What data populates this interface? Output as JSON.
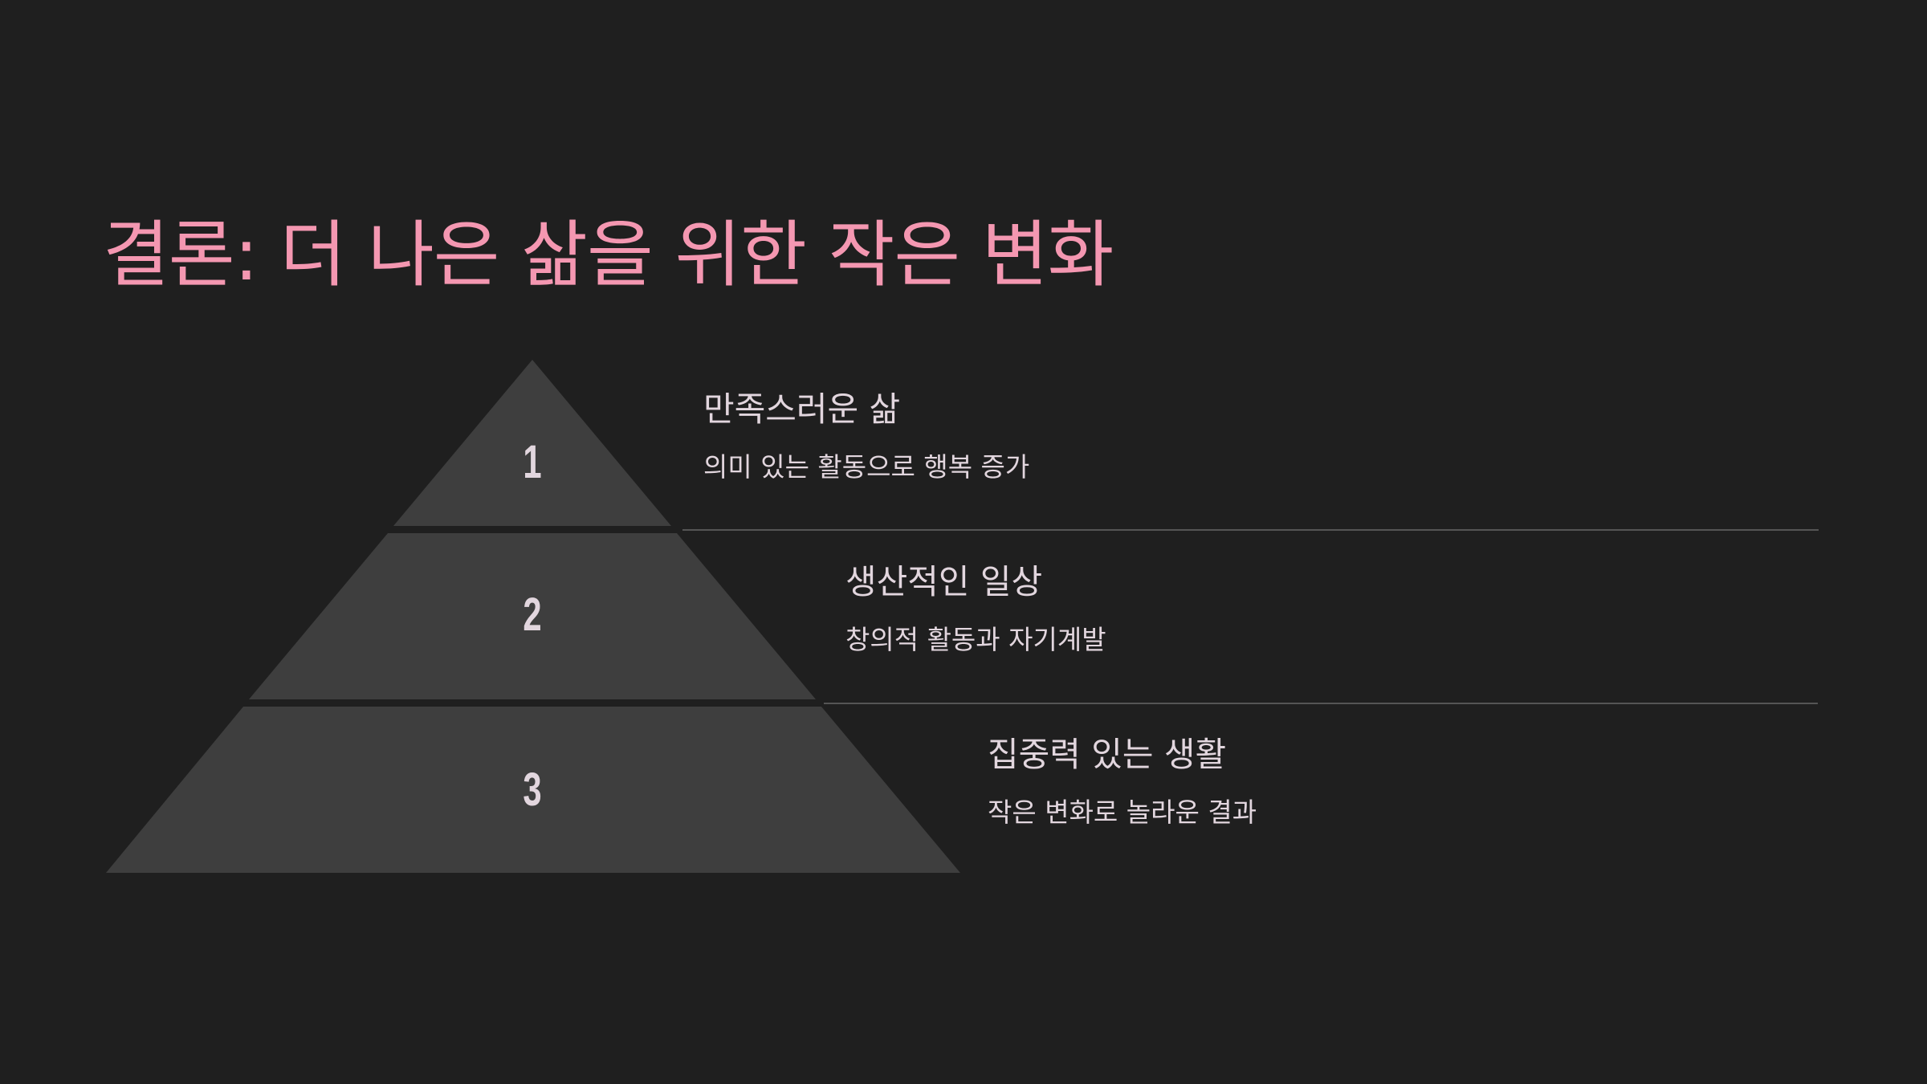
{
  "slide": {
    "title": "결론: 더 나은 삶을 위한 작은 변화",
    "colors": {
      "background": "#1f1f1f",
      "title": "#f497b1",
      "tier_fill": "#3e3e3e",
      "text": "#e2d6de",
      "divider": "#555555"
    }
  },
  "pyramid": {
    "tiers": [
      {
        "number": "1",
        "heading": "만족스러운 삶",
        "description": "의미 있는 활동으로 행복 증가"
      },
      {
        "number": "2",
        "heading": "생산적인 일상",
        "description": "창의적 활동과 자기계발"
      },
      {
        "number": "3",
        "heading": "집중력 있는 생활",
        "description": "작은 변화로 놀라운 결과"
      }
    ]
  }
}
